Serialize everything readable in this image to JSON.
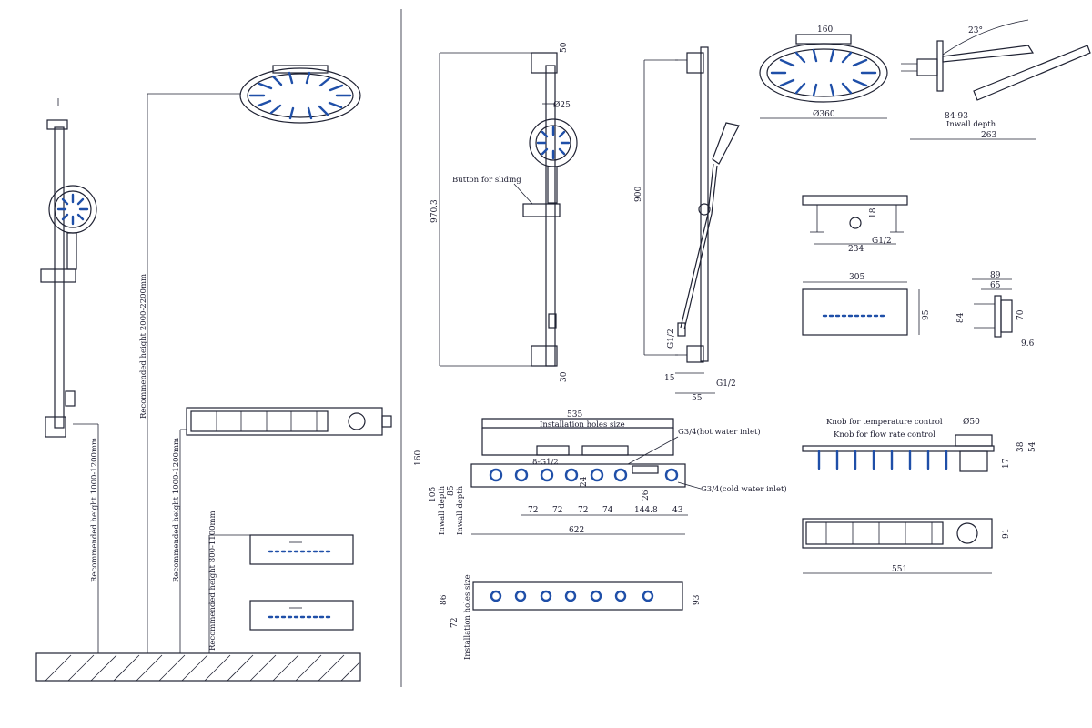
{
  "left_panel": {
    "height_labels": [
      "Recommended height 2000-2200mm",
      "Recommended height 1000-1200mm",
      "Recommended height 1000-1200mm",
      "Recommended height 800-1100mm"
    ]
  },
  "slide_bar": {
    "top_label": "50",
    "diameter_label": "Ø25",
    "height_label": "970.3",
    "button_label": "Button for sliding",
    "bottom_label": "30"
  },
  "side_bar": {
    "height_label": "900",
    "g_label": "G1/2",
    "g_bottom_label": "G1/2",
    "dim_15": "15",
    "dim_55": "55"
  },
  "rain_head": {
    "top_label": "160",
    "diameter_label": "Ø360"
  },
  "arm_side": {
    "angle_label": "23°",
    "install_depth_label": "84-93",
    "install_depth_text": "Inwall depth",
    "length_label": "263"
  },
  "bracket": {
    "h_label": "18",
    "g_label": "G1/2",
    "w_label": "234"
  },
  "handshower_box": {
    "w_label": "305",
    "h_label": "95"
  },
  "wall_section": {
    "w_89": "89",
    "w_65": "65",
    "h_84": "84",
    "h_70": "70",
    "d_96": "9.6"
  },
  "valve": {
    "top_label": "535",
    "install_label": "Installation holes size",
    "hot_label": "G3/4(hot water inlet)",
    "cold_label": "G3/4(cold water inlet)",
    "g_label": "8-G1/2",
    "dim_160": "160",
    "dim_105": "105",
    "dim_85": "85",
    "dim_24": "24",
    "dim_26": "26",
    "spacings": [
      "72",
      "72",
      "72",
      "74",
      "144.8",
      "43"
    ],
    "total_label": "622",
    "inwall_a": "Inwall depth",
    "inwall_b": "Inwall depth"
  },
  "valve_bottom": {
    "dim_86": "86",
    "dim_93": "93",
    "dim_72": "72",
    "holes_label": "Installation holes size"
  },
  "control_side": {
    "temp_label": "Knob for temperature control",
    "flow_label": "Knob for flow rate control",
    "dia_label": "Ø50",
    "dim_38": "38",
    "dim_54": "54",
    "dim_17": "17"
  },
  "control_front": {
    "w_label": "551",
    "h_label": "91"
  }
}
